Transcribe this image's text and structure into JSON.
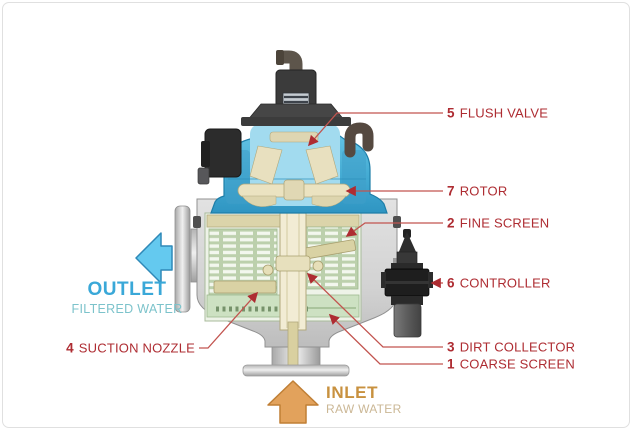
{
  "diagram": {
    "subject": "self-cleaning water filter cutaway",
    "parts": {
      "flush_valve": {
        "num": "5",
        "name": "FLUSH VALVE"
      },
      "rotor": {
        "num": "7",
        "name": "ROTOR"
      },
      "fine_screen": {
        "num": "2",
        "name": "FINE SCREEN"
      },
      "controller": {
        "num": "6",
        "name": "CONTROLLER"
      },
      "dirt_collector": {
        "num": "3",
        "name": "DIRT COLLECTOR"
      },
      "coarse_screen": {
        "num": "1",
        "name": "COARSE SCREEN"
      },
      "suction_nozzle": {
        "num": "4",
        "name": "SUCTION NOZZLE"
      }
    },
    "flow": {
      "outlet": {
        "label": "OUTLET",
        "sublabel": "FILTERED WATER"
      },
      "inlet": {
        "label": "INLET",
        "sublabel": "RAW WATER"
      }
    },
    "colors": {
      "label_red": "#ae2c32",
      "leader_line_red": "#c2544f",
      "outlet_blue": "#3aa8d8",
      "outlet_teal": "#7cc3cb",
      "inlet_orange": "#c8913f",
      "inlet_tan": "#cbb795",
      "arrow_blue_fill": "#64c9ef",
      "arrow_blue_stroke": "#2f89b8",
      "arrow_orange_fill": "#e2a25c",
      "arrow_orange_stroke": "#c07f35",
      "head_cyan": "#4db4da",
      "screen_green": "#bcd0ac"
    }
  }
}
